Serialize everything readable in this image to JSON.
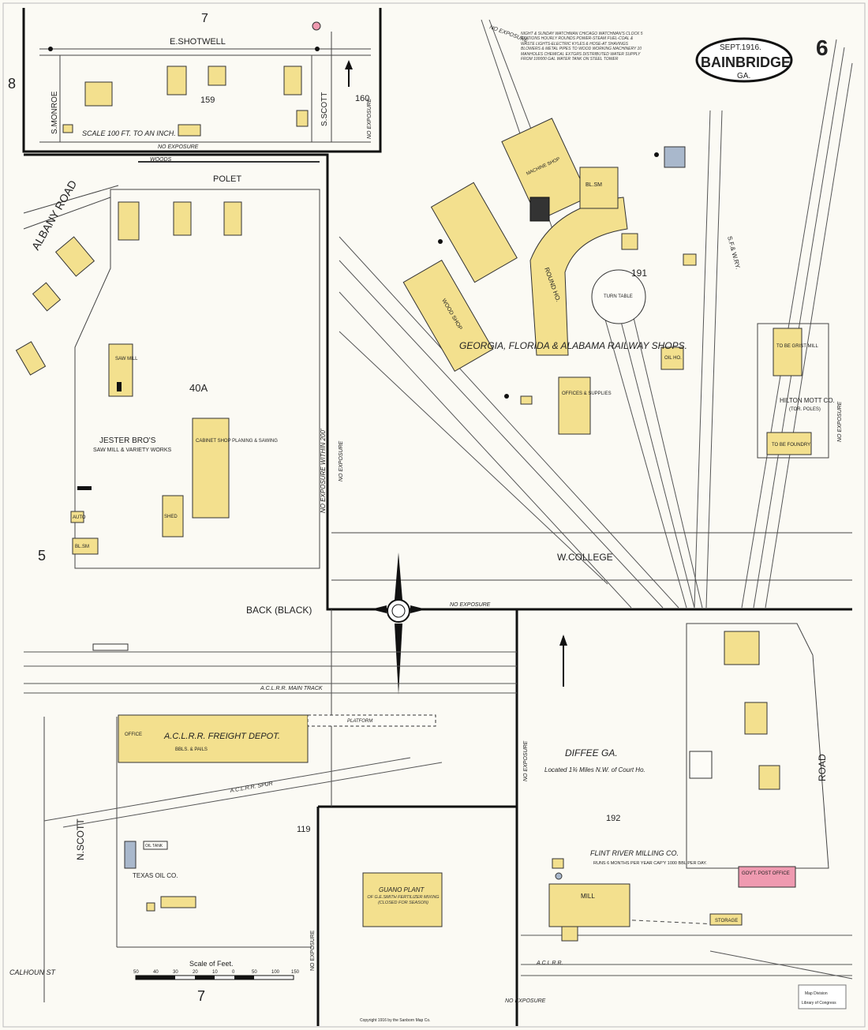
{
  "header": {
    "sheet_number": "6",
    "place": "BAINBRIDGE",
    "state": "GA.",
    "date": "SEPT.1916.",
    "no_exposure": "NO EXPOSURE",
    "service_note": "NIGHT & SUNDAY WATCHMAN CHICAGO WATCHMAN'S CLOCK 5 STATIONS HOURLY ROUNDS POWER-STEAM FUEL-COAL & WASTE LIGHTS-ELECTRIC KYLES & HOSE-AT SHAVINGS BLOWERS & METAL PIPES TO WOOD WORKING MACHINERY 10 MANHOLES CHEMICAL EXTGRS DISTRIBUTED WATER SUPPLY FROM 100000 GAL WATER TANK ON STEEL TOWER"
  },
  "streets": {
    "e_shotwell": "E.SHOTWELL",
    "s_monroe": "S.MONROE",
    "s_scott": "S.SCOTT",
    "polet": "POLET",
    "albany_road": "ALBANY ROAD",
    "w_college": "W.COLLEGE",
    "back_black": "BACK (BLACK)",
    "n_scott": "N.SCOTT",
    "road": "ROAD",
    "calhoun_st": "CALHOUN ST",
    "sfw_ry": "S.F.& W.RY."
  },
  "block_numbers": {
    "b7_top": "7",
    "b8": "8",
    "b159": "159",
    "b160": "160",
    "b191": "191",
    "b40a": "40A",
    "b5": "5",
    "b119": "119",
    "b192": "192",
    "b7_bottom": "7"
  },
  "labels": {
    "scale_note": "SCALE 100 FT. TO AN INCH.",
    "railway_shops": "GEORGIA, FLORIDA & ALABAMA RAILWAY SHOPS.",
    "round_house": "ROUND HO.",
    "turn_table": "TURN TABLE",
    "machine_shop": "MACHINE SHOP",
    "bl_sm": "BL.SM",
    "wood_shop": "WOOD SHOP",
    "jester_bros": "JESTER BRO'S",
    "jester_sub": "SAW MILL & VARIETY WORKS",
    "saw_mill": "SAW MILL",
    "cabinet_shop": "CABINET SHOP PLANING & SAWING",
    "shed": "SHED",
    "auto": "AUTO",
    "bl_sm2": "BL.SM",
    "hilton_mott": "HILTON MOTT CO.",
    "hilton_sub": "(TOR. POLES)",
    "grist_mill": "TO BE GRIST MILL",
    "foundry": "TO BE FOUNDRY",
    "oil_ho": "OIL HO.",
    "offices": "OFFICES & SUPPLIES",
    "freight_depot": "A.C.L.R.R. FREIGHT DEPOT.",
    "office": "OFFICE",
    "bbls": "BBLS. & PAILS",
    "platform": "PLATFORM",
    "aclrr_spur": "A.C.L.R.R. SPUR",
    "main_track": "A.C.L.R.R. MAIN TRACK",
    "aclrr": "A.C.L.R.R.",
    "diffee": "DIFFEE GA.",
    "diffee_loc": "Located 1¾ Miles N.W. of Court Ho.",
    "texas_oil": "TEXAS OIL CO.",
    "oil_tank": "OIL TANK",
    "guano": "GUANO PLANT",
    "guano_sub": "OF G.E.SMITH FERTILIZER MIXING (CLOSED FOR SEASON)",
    "flint_river": "FLINT RIVER MILLING CO.",
    "flint_sub": "RUNS 6 MONTHS PER YEAR CAP'Y 1000 BBL PER DAY.",
    "mill": "MILL",
    "storage": "STORAGE",
    "post_office": "GOV'T. POST OFFICE",
    "woods": "WOODS",
    "scale_of_feet": "Scale of Feet.",
    "copyright": "Copyright 1916 by the Sanborn Map Co.",
    "library_stamp_1": "Map Division",
    "library_stamp_2": "Library of Congress",
    "exposure_within": "NO EXPOSURE WITHIN 200'"
  },
  "scale_ticks": [
    "50",
    "40",
    "30",
    "20",
    "10",
    "0",
    "50",
    "100",
    "150"
  ],
  "colors": {
    "frame_brick": "#f3e08e",
    "stone": "#a9b8cc",
    "government": "#ef9ab0",
    "paper": "#fbfaf4"
  }
}
